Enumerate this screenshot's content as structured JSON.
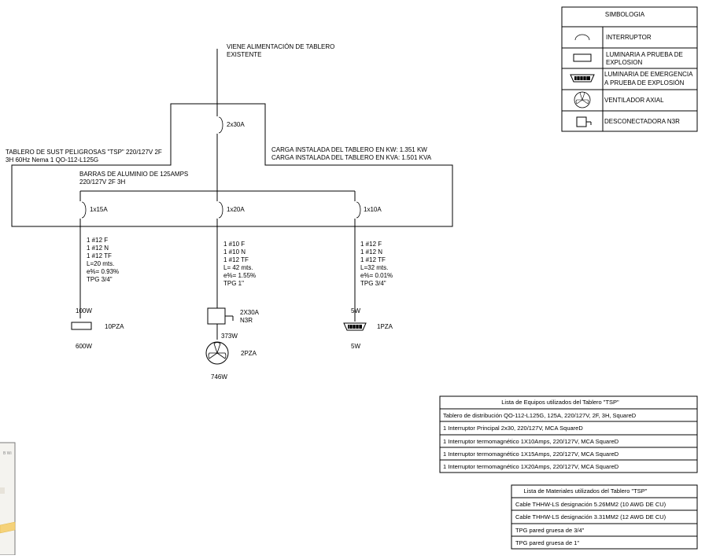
{
  "feed": {
    "line1": "VIENE ALIMENTACIÓN DE TABLERO",
    "line2": "EXISTENTE"
  },
  "main_breaker": "2x30A",
  "panel": {
    "title1": "TABLERO DE SUST PELIGROSAS \"TSP\" 220/127V 2F",
    "title2": "3H 60Hz Nema 1 QO-112-L125G",
    "bus1": "BARRAS DE ALUMINIO DE 125AMPS",
    "bus2": "220/127V 2F 3H",
    "load_kw": "CARGA INSTALADA DEL TABLERO EN KW: 1.351 KW",
    "load_kva": "CARGA INSTALADA DEL TABLERO EN KVA: 1.501 KVA"
  },
  "circuits": [
    {
      "breaker": "1x15A",
      "specs": [
        "1 #12 F",
        "1 #12 N",
        "1 #12 TF",
        "L=20 mts.",
        "e%= 0.93%",
        "TPG 3/4\""
      ],
      "load_top": "100W",
      "qty": "10PZA",
      "load_bottom": "600W"
    },
    {
      "breaker": "1x20A",
      "specs": [
        "1 #10 F",
        "1 #10 N",
        "1 #12 TF",
        "L= 42 mts.",
        "e%= 1.55%",
        "TPG 1\""
      ],
      "disconnect1": "2X30A",
      "disconnect2": "N3R",
      "load_top": "373W",
      "qty": "2PZA",
      "load_bottom": "746W"
    },
    {
      "breaker": "1x10A",
      "specs": [
        "1 #12 F",
        "1 #12 N",
        "1 #12 TF",
        "L=32 mts.",
        "e%= 0.01%",
        "TPG 3/4\""
      ],
      "load_top": "5W",
      "qty": "1PZA",
      "load_bottom": "5W"
    }
  ],
  "legend": {
    "title": "SIMBOLOGIA",
    "items": [
      {
        "icon": "breaker-icon",
        "lines": [
          "INTERRUPTOR"
        ]
      },
      {
        "icon": "luminaire-icon",
        "lines": [
          "LUMINARIA A PRUEBA DE",
          "EXPLOSION"
        ]
      },
      {
        "icon": "emergency-luminaire-icon",
        "lines": [
          "LUMINARIA DE EMERGENCIA",
          "A PRUEBA DE EXPLOSIÓN"
        ]
      },
      {
        "icon": "fan-icon",
        "lines": [
          "VENTILADOR AXIAL"
        ]
      },
      {
        "icon": "disconnect-icon",
        "lines": [
          "DESCONECTADORA N3R"
        ]
      }
    ]
  },
  "equipment": {
    "title": "Lista de Equipos utilizados del Tablero \"TSP\"",
    "rows": [
      "Tablero de distribución QO-112-L125G, 125A, 220/127V, 2F, 3H, SquareD",
      "1 Interruptor Principal 2x30, 220/127V, MCA SquareD",
      "1 Interruptor termomagnético 1X10Amps, 220/127V, MCA SquareD",
      "1 Interruptor termomagnético 1X15Amps, 220/127V, MCA SquareD",
      "1 Interruptor termomagnético 1X20Amps, 220/127V, MCA SquareD"
    ]
  },
  "materials": {
    "title": "Lista de Materiales utilizados del Tablero \"TSP\"",
    "rows": [
      "Cable THHW-LS designación 5.26MM2 (10 AWG DE CU)",
      "Cable THHW-LS designación 3.31MM2 (12 AWG DE CU)",
      "TPG pared gruesa de 3/4\"",
      "TPG pared gruesa de 1\""
    ]
  },
  "map_fragment": {
    "label": "B Wi"
  }
}
